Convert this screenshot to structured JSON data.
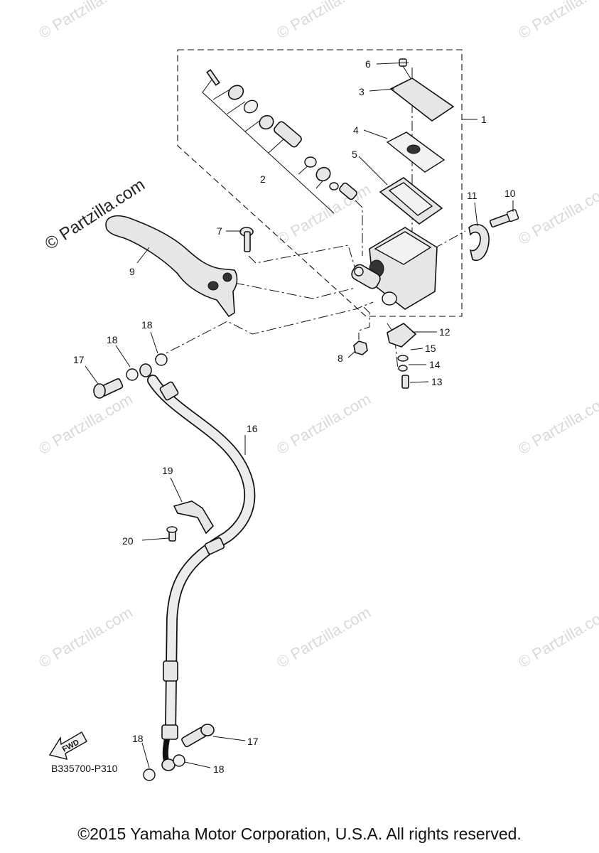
{
  "watermark": "© Partzilla.com",
  "brand_watermark": "© Partzilla.com",
  "diagram_code": "B335700-P310",
  "fwd_label": "FWD",
  "copyright": "©2015 Yamaha Motor Corporation, U.S.A. All rights reserved.",
  "callouts": {
    "c1": "1",
    "c2": "2",
    "c3": "3",
    "c4": "4",
    "c5": "5",
    "c6": "6",
    "c7": "7",
    "c8": "8",
    "c9": "9",
    "c10": "10",
    "c11": "11",
    "c12": "12",
    "c13": "13",
    "c14": "14",
    "c15": "15",
    "c16": "16",
    "c17a": "17",
    "c17b": "17",
    "c18a": "18",
    "c18b": "18",
    "c18c": "18",
    "c18d": "18",
    "c19": "19",
    "c20": "20"
  }
}
